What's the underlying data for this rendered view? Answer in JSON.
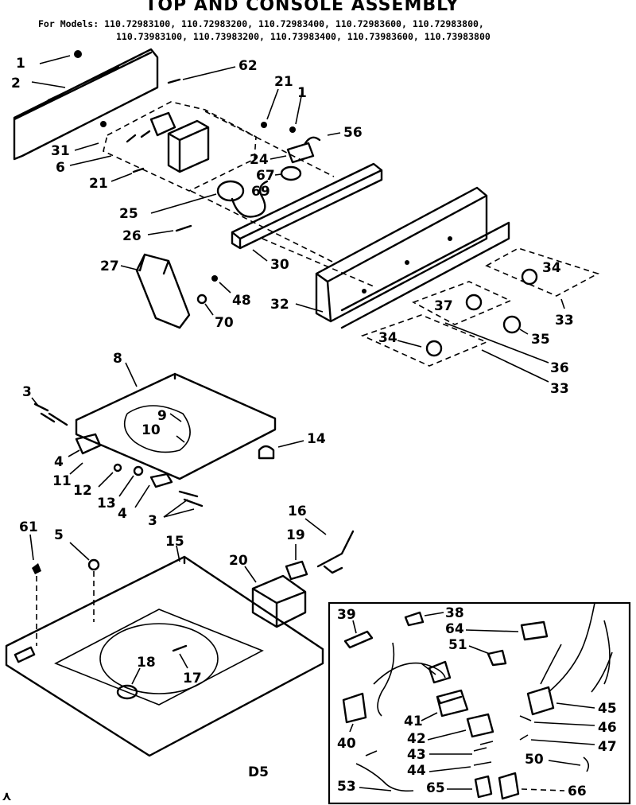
{
  "header": {
    "title": "TOP AND CONSOLE ASSEMBLY",
    "models_label": "For Models:",
    "models_line1": "110.72983100, 110.72983200, 110.72983400, 110.72983600, 110.72983800,",
    "models_line2": "110.73983100, 110.73983200, 110.73983400, 110.73983600, 110.73983800"
  },
  "callouts": {
    "c1": "1",
    "c2": "2",
    "c62": "62",
    "c21a": "21",
    "c1b": "1",
    "c56": "56",
    "c31": "31",
    "c6": "6",
    "c24": "24",
    "c67": "67",
    "c69": "69",
    "c21b": "21",
    "c25": "25",
    "c26": "26",
    "c27": "27",
    "c30": "30",
    "c48": "48",
    "c70": "70",
    "c32": "32",
    "c34a": "34",
    "c33a": "33",
    "c37": "37",
    "c35": "35",
    "c34b": "34",
    "c36": "36",
    "c33b": "33",
    "c8": "8",
    "c3a": "3",
    "c9": "9",
    "c10": "10",
    "c14": "14",
    "c4a": "4",
    "c11": "11",
    "c12": "12",
    "c13": "13",
    "c4b": "4",
    "c3b": "3",
    "c61": "61",
    "c5": "5",
    "c15": "15",
    "c20": "20",
    "c16": "16",
    "c19": "19",
    "c18": "18",
    "c17": "17",
    "c39": "39",
    "c38": "38",
    "c64": "64",
    "c51": "51",
    "c40": "40",
    "c41": "41",
    "c42": "42",
    "c43": "43",
    "c44": "44",
    "c45": "45",
    "c46": "46",
    "c47": "47",
    "c50": "50",
    "c53": "53",
    "c65": "65",
    "c66": "66"
  },
  "footer": {
    "code": "D5"
  }
}
